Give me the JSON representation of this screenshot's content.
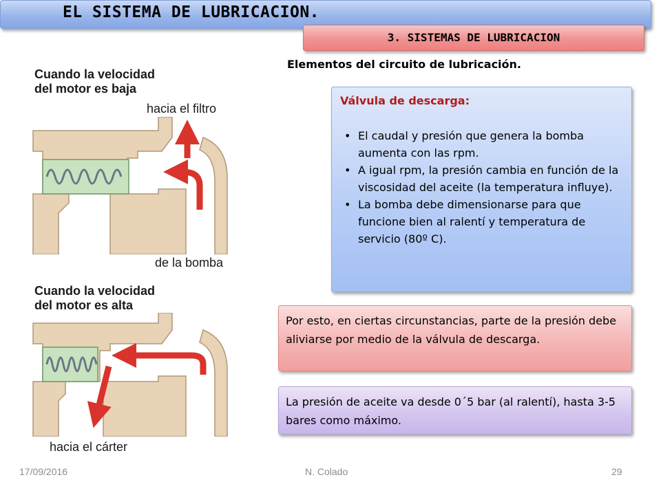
{
  "header": {
    "title": "EL SISTEMA DE LUBRICACION.",
    "subtitle": "3. SISTEMAS DE LUBRICACION"
  },
  "lead_heading": "Elementos del circuito de lubricación.",
  "figure_top": {
    "caption_line1": "Cuando la velocidad",
    "caption_line2": "del motor es baja",
    "label_out": "hacia el filtro",
    "label_in": "de la bomba"
  },
  "figure_bottom": {
    "caption_line1": "Cuando la velocidad",
    "caption_line2": "del motor es alta",
    "label_out": "hacia el cárter"
  },
  "valve_box": {
    "title": "Válvula de descarga:",
    "bullet_symbol": "•",
    "bullets": [
      "El caudal y presión que genera la bomba aumenta con las rpm.",
      "A igual rpm, la presión cambia en función de la viscosidad del aceite (la temperatura influye).",
      "La bomba debe dimensionarse para que funcione bien al ralentí y temperatura de servicio (80º C)."
    ]
  },
  "relief_box": {
    "text": "Por esto, en ciertas circunstancias, parte de la presión debe aliviarse por medio de la válvula de descarga."
  },
  "pressure_box": {
    "text": "La presión de aceite va desde 0´5 bar (al ralentí), hasta 3-5 bares como máximo."
  },
  "footer": {
    "date": "17/09/2016",
    "author": "N. Colado",
    "page": "29"
  },
  "colors": {
    "title_blue": "#9ab6ea",
    "subtitle_red": "#f09393",
    "valve_title_red": "#b01c1c",
    "body_beige": "#e9d3b6",
    "spring_green": "#c9e3c0",
    "arrow_red": "#d9342b"
  },
  "icons": {
    "arrows": "red-flow-arrow-icon",
    "spring": "coil-spring-icon"
  }
}
